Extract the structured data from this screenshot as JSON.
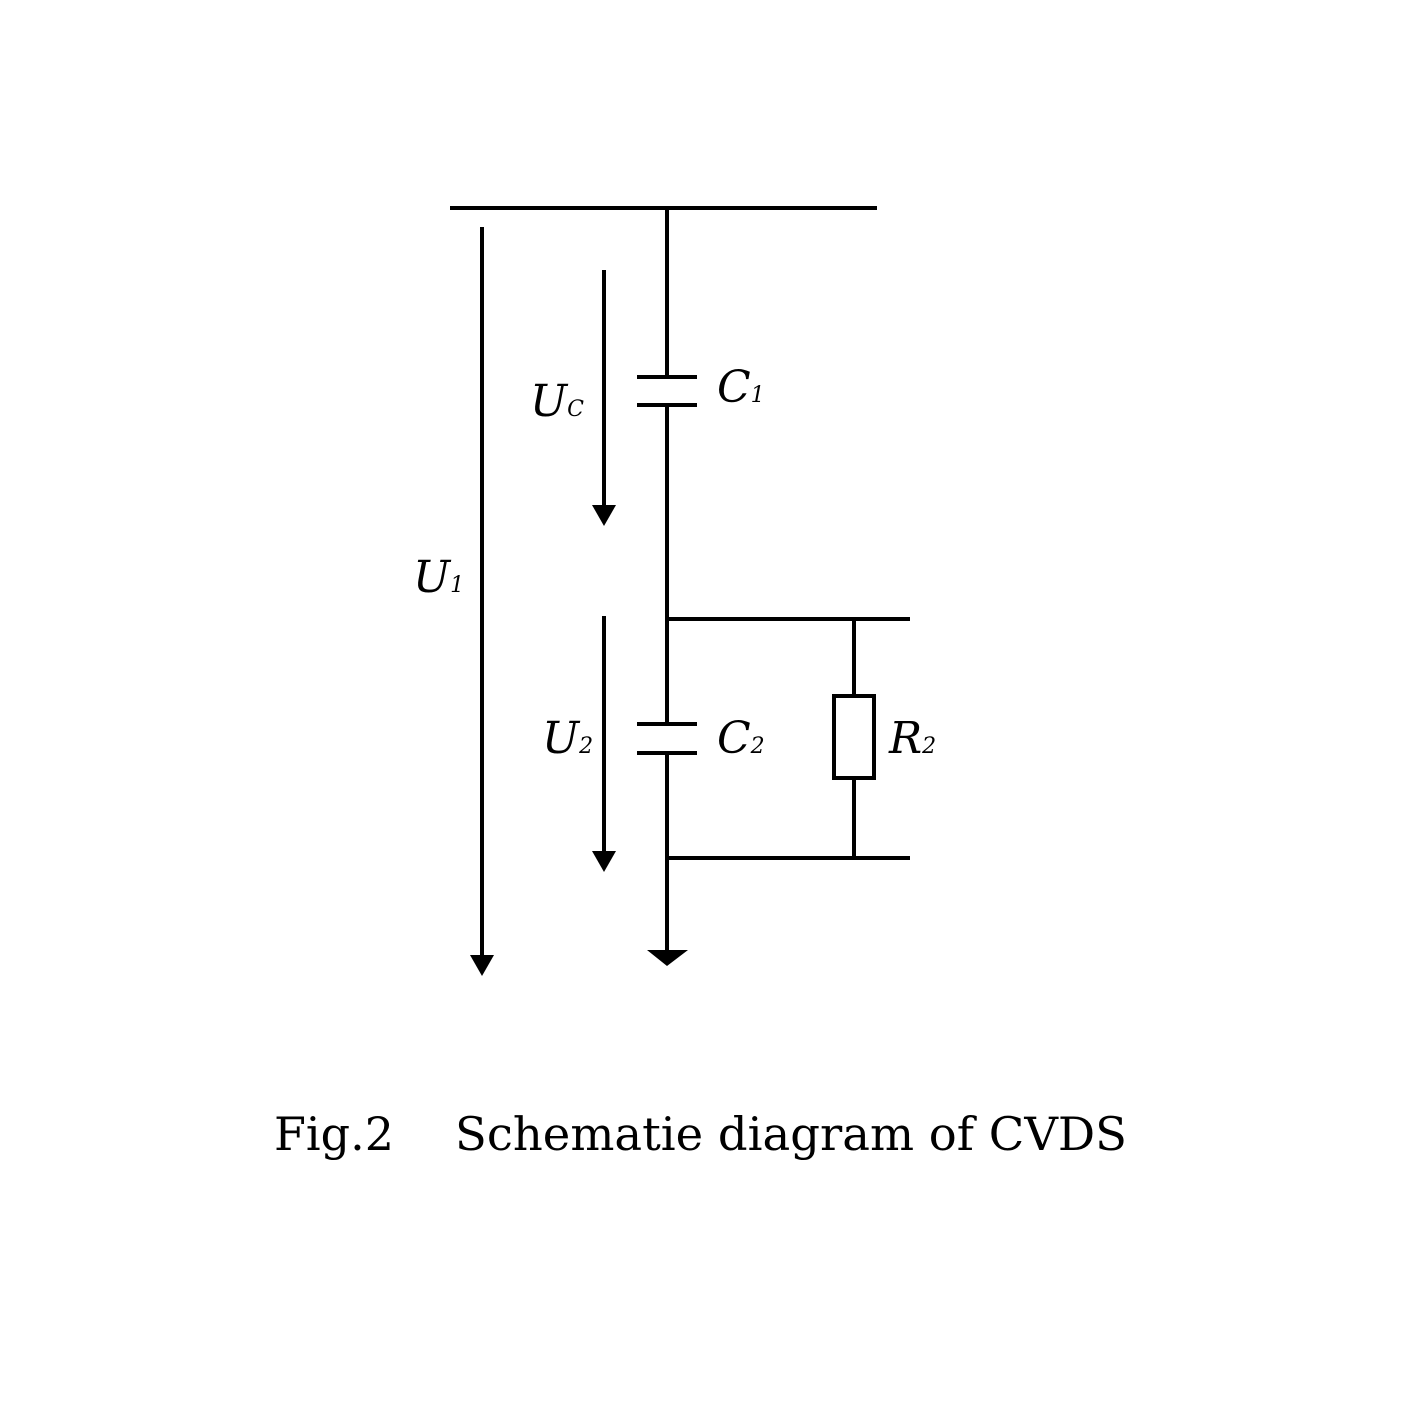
{
  "diagram": {
    "labels": {
      "u1": {
        "main": "U",
        "sub": "1"
      },
      "uc": {
        "main": "U",
        "sub": "C"
      },
      "u2": {
        "main": "U",
        "sub": "2"
      },
      "c1": {
        "main": "C",
        "sub": "1"
      },
      "c2": {
        "main": "C",
        "sub": "2"
      },
      "r2": {
        "main": "R",
        "sub": "2"
      }
    }
  },
  "caption": {
    "figure_number": "Fig.2",
    "title": "Schematie diagram of CVDS"
  },
  "colors": {
    "line": "#000000",
    "background": "#ffffff"
  }
}
